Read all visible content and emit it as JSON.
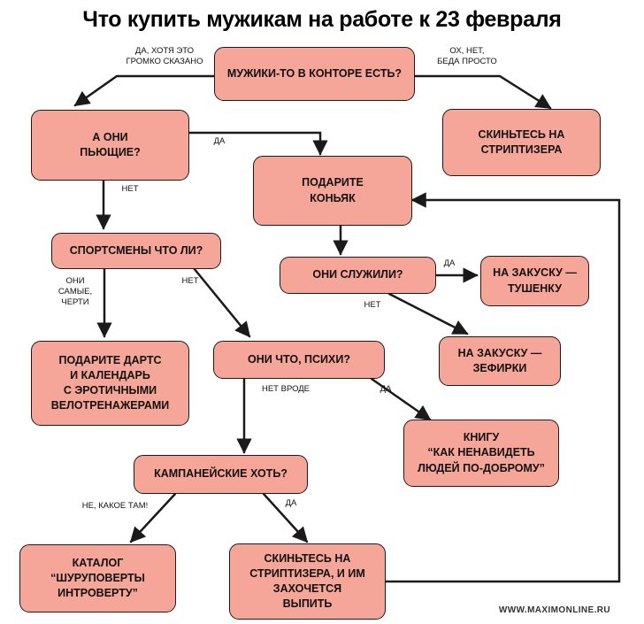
{
  "title": "Что купить мужикам на работе к 23 февраля",
  "nodes": {
    "q_men": "МУЖИКИ-ТО В КОНТОРЕ ЕСТЬ?",
    "q_drink": "А ОНИ\nПЬЮЩИЕ?",
    "a_stripper1": "СКИНЬТЕСЬ НА\nСТРИПТИЗЕРА",
    "a_cognac": "ПОДАРИТЕ\nКОНЬЯК",
    "q_sports": "СПОРТСМЕНЫ ЧТО ЛИ?",
    "q_served": "ОНИ СЛУЖИЛИ?",
    "a_stew": "НА ЗАКУСКУ —\nТУШЕНКУ",
    "a_marshmallow": "НА ЗАКУСКУ —\nЗЕФИРКИ",
    "a_darts": "ПОДАРИТЕ ДАРТС\nИ КАЛЕНДАРЬ\nС ЭРОТИЧНЫМИ\nВЕЛОТРЕНАЖЕРАМИ",
    "q_psycho": "ОНИ ЧТО, ПСИХИ?",
    "a_book": "КНИГУ\n“КАК НЕНАВИДЕТЬ\nЛЮДЕЙ ПО-ДОБРОМУ”",
    "q_company": "КАМПАНЕЙСКИЕ ХОТЬ?",
    "a_catalog": "КАТАЛОГ\n“ШУРУПОВЕРТЫ\nИНТРОВЕРТУ”",
    "a_stripper2": "СКИНЬТЕСЬ НА\nСТРИПТИЗЕРА, И ИМ\nЗАХОЧЕТСЯ\nВЫПИТЬ"
  },
  "edge_labels": {
    "men_yes": "ДА, ХОТЯ ЭТО\nГРОМКО СКАЗАНО",
    "men_no": "ОХ, НЕТ,\nБЕДА ПРОСТО",
    "drink_yes": "ДА",
    "drink_no": "НЕТ",
    "sports_yes": "ОНИ\nСАМЫЕ,\nЧЕРТИ",
    "sports_no": "НЕТ",
    "served_yes": "ДА",
    "served_no": "НЕТ",
    "psycho_no": "НЕТ ВРОДЕ",
    "psycho_yes": "ДА",
    "company_no": "НЕ, КАКОЕ ТАМ!",
    "company_yes": "ДА"
  },
  "footer": "WWW.MAXIMONLINE.RU",
  "colors": {
    "box_fill": "#f6a698",
    "stroke": "#1a1a1a"
  }
}
